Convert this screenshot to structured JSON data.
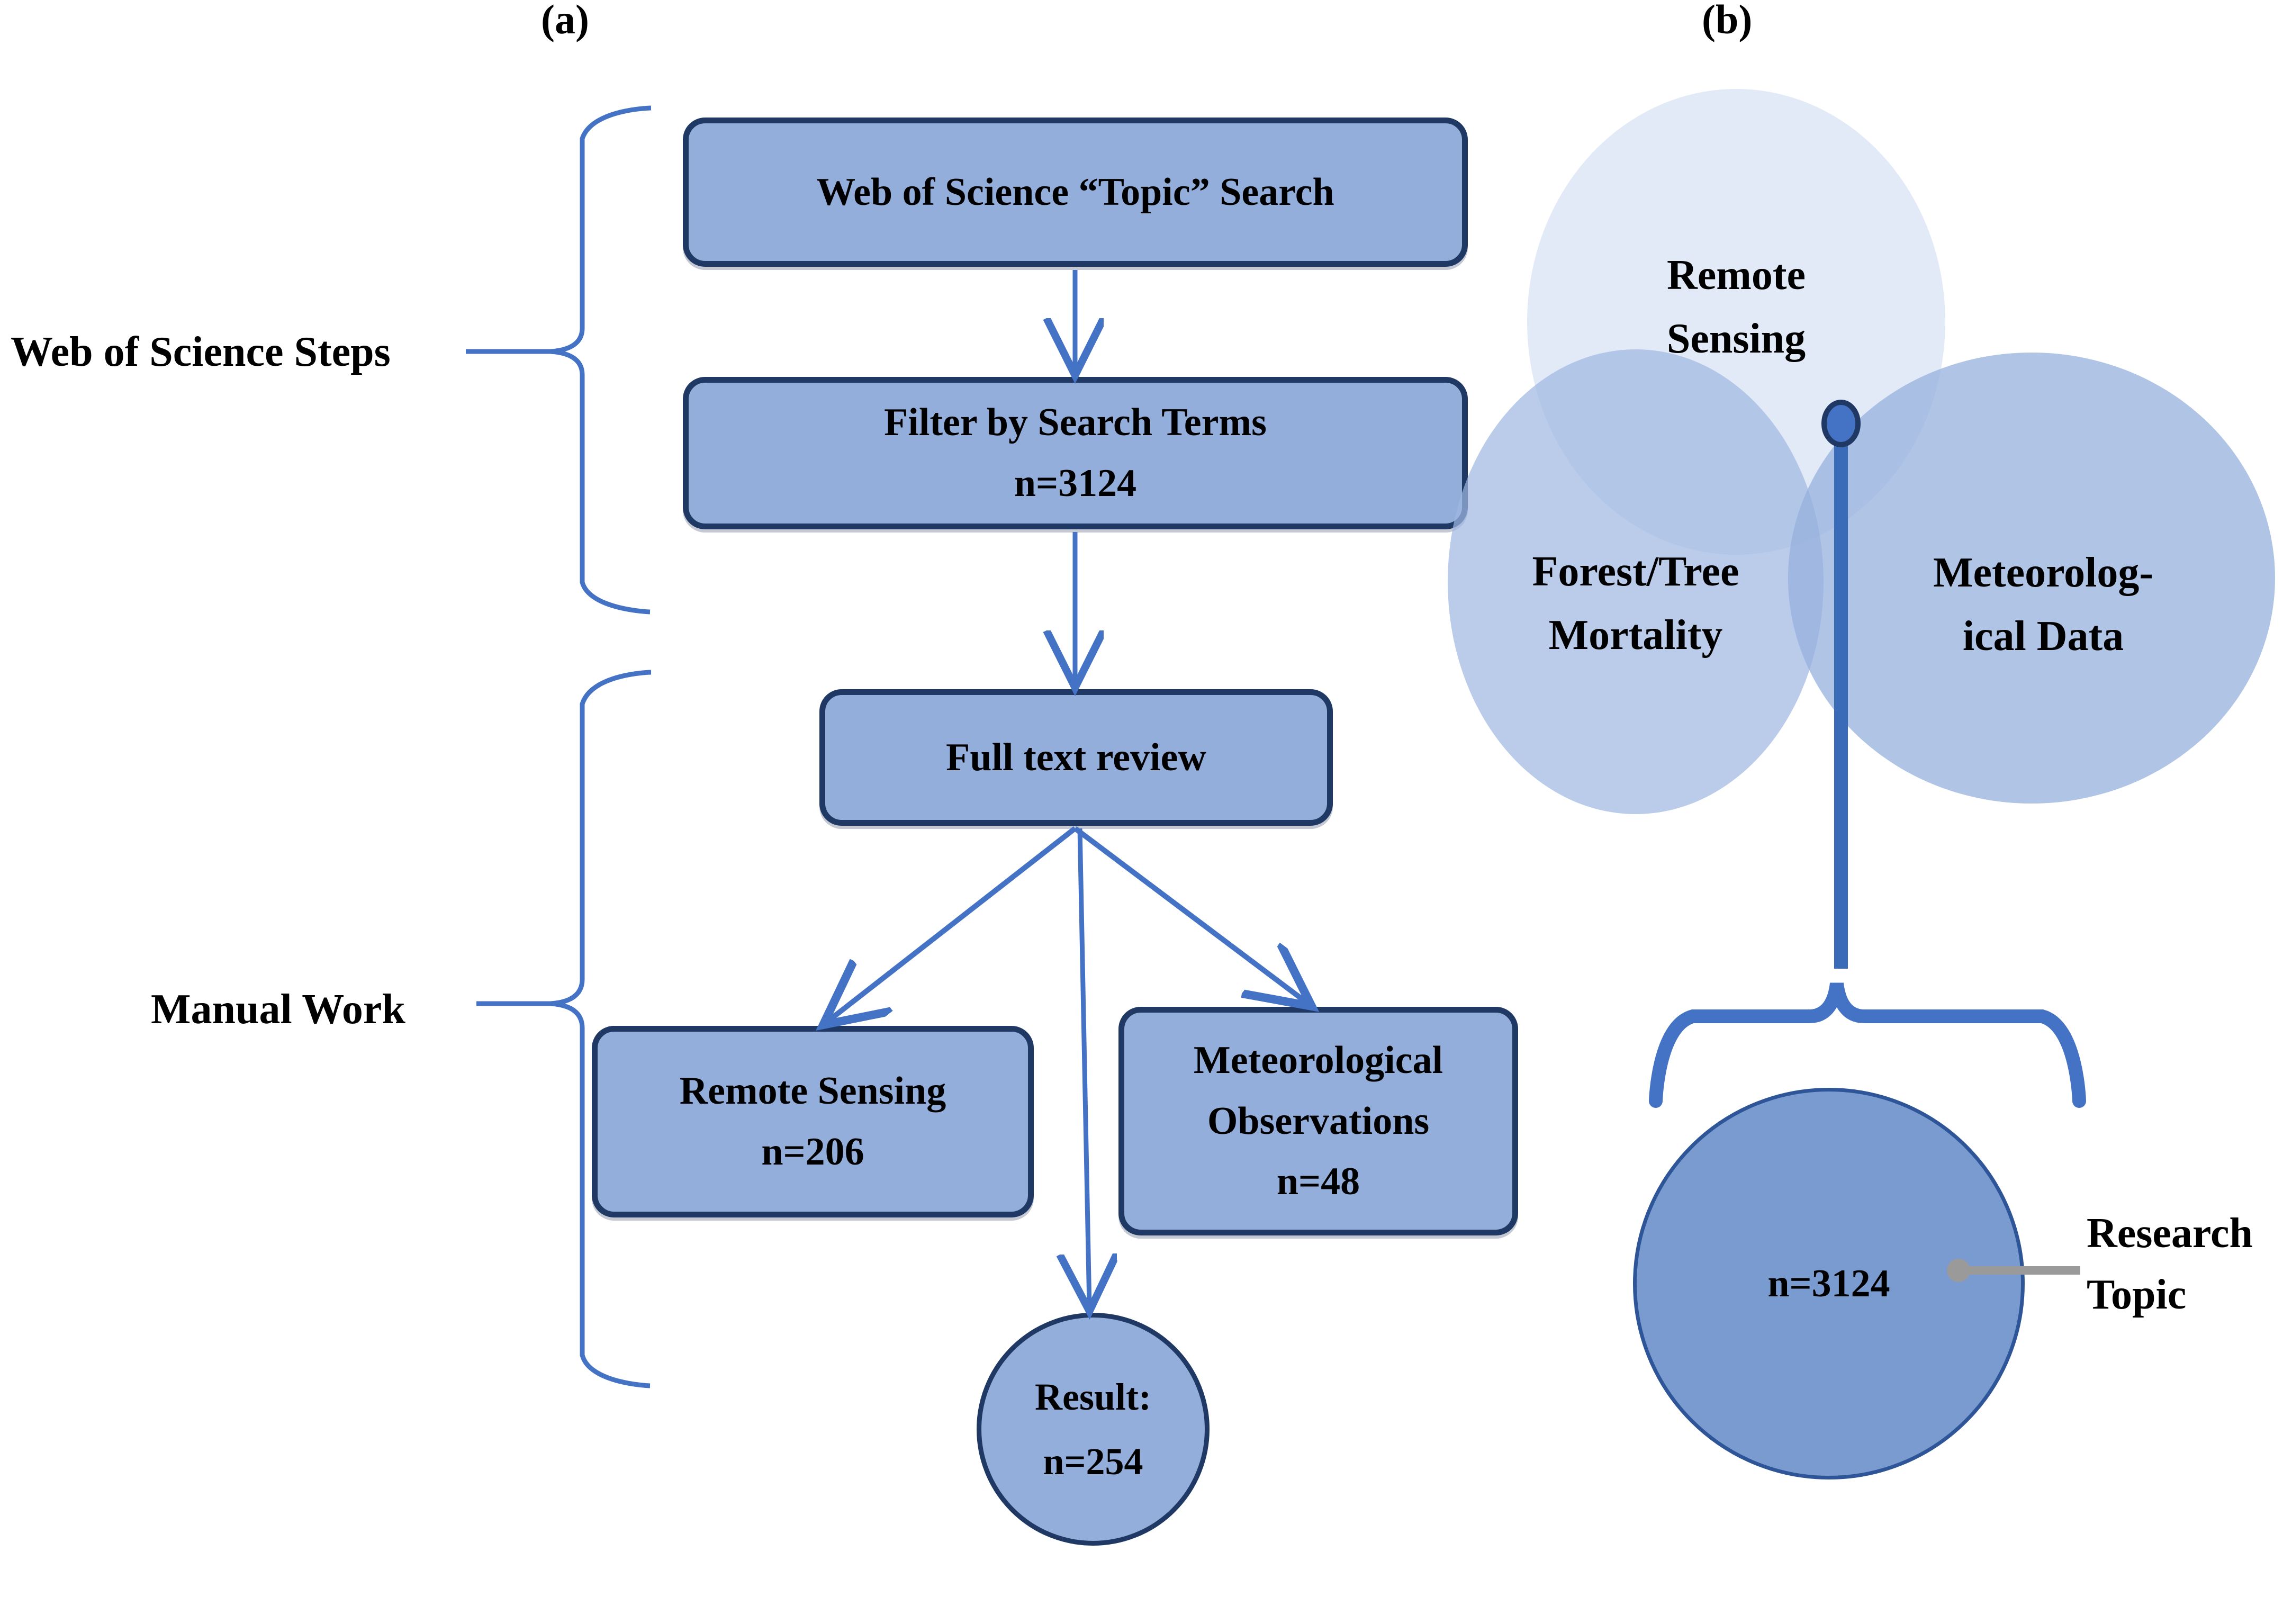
{
  "panels": {
    "a_label": "(a)",
    "b_label": "(b)"
  },
  "colors": {
    "box_fill": "#93AEDA",
    "box_border": "#1F3864",
    "arrow": "#4472C4",
    "bracket": "#4472C4",
    "venn_light": "#E3EAF7",
    "venn_mid": "#C4D2EC",
    "venn_dark": "#AEC2E6",
    "topic_fill": "#7A9BD0",
    "topic_border": "#2E5597",
    "connector": "#4472C4",
    "pointer_grey": "#9A9A9A",
    "text": "#000000"
  },
  "flowchart": {
    "group_labels": [
      {
        "id": "web-of-science-steps",
        "text": "Web of Science Steps"
      },
      {
        "id": "manual-work",
        "text": "Manual Work"
      }
    ],
    "nodes": [
      {
        "id": "web-of-science-topic-search",
        "lines": [
          "Web of Science “Topic” Search"
        ]
      },
      {
        "id": "filter-by-search-terms",
        "lines": [
          "Filter by Search Terms",
          "n=3124"
        ]
      },
      {
        "id": "full-text-review",
        "lines": [
          "Full text review"
        ]
      },
      {
        "id": "remote-sensing",
        "lines": [
          "Remote Sensing",
          "n=206"
        ]
      },
      {
        "id": "meteorological-observations",
        "lines": [
          "Meteorological",
          "Observations",
          "n=48"
        ]
      }
    ],
    "result": {
      "id": "result-circle",
      "lines": [
        "Result:",
        "n=254"
      ]
    }
  },
  "venn": {
    "circles": [
      {
        "id": "remote-sensing",
        "label": "Remote\nSensing"
      },
      {
        "id": "forest-tree-mortality",
        "label": "Forest/Tree\nMortality"
      },
      {
        "id": "meteorological-data",
        "label": "Meteorolog-\nical Data"
      }
    ],
    "topic": {
      "id": "research-topic",
      "value": "n=3124",
      "caption": "Research\nTopic"
    }
  }
}
